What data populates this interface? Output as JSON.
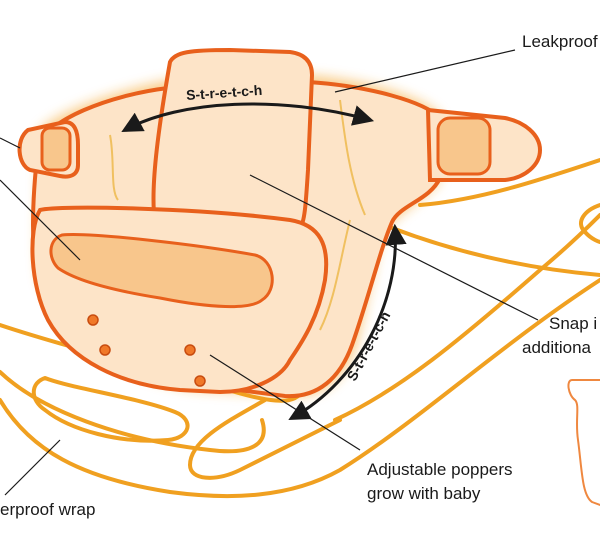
{
  "labels": {
    "leakproof": "Leakproof",
    "snap": [
      "Snap i",
      "additiona"
    ],
    "poppers": [
      "Adjustable poppers",
      "grow with baby"
    ],
    "wrap": "erproof wrap"
  },
  "arrows": {
    "stretch_top": "S-t-r-e-t-c-h",
    "stretch_side": "S-t-r-e-t-c-h"
  },
  "colors": {
    "outline": "#e8601c",
    "wrap_line": "#f0a020",
    "fill_light": "#fde4c8",
    "fill_tab": "#f8c68c",
    "popper": "#f07828",
    "glow": "#f4a020",
    "line": "#1a1a1a"
  }
}
